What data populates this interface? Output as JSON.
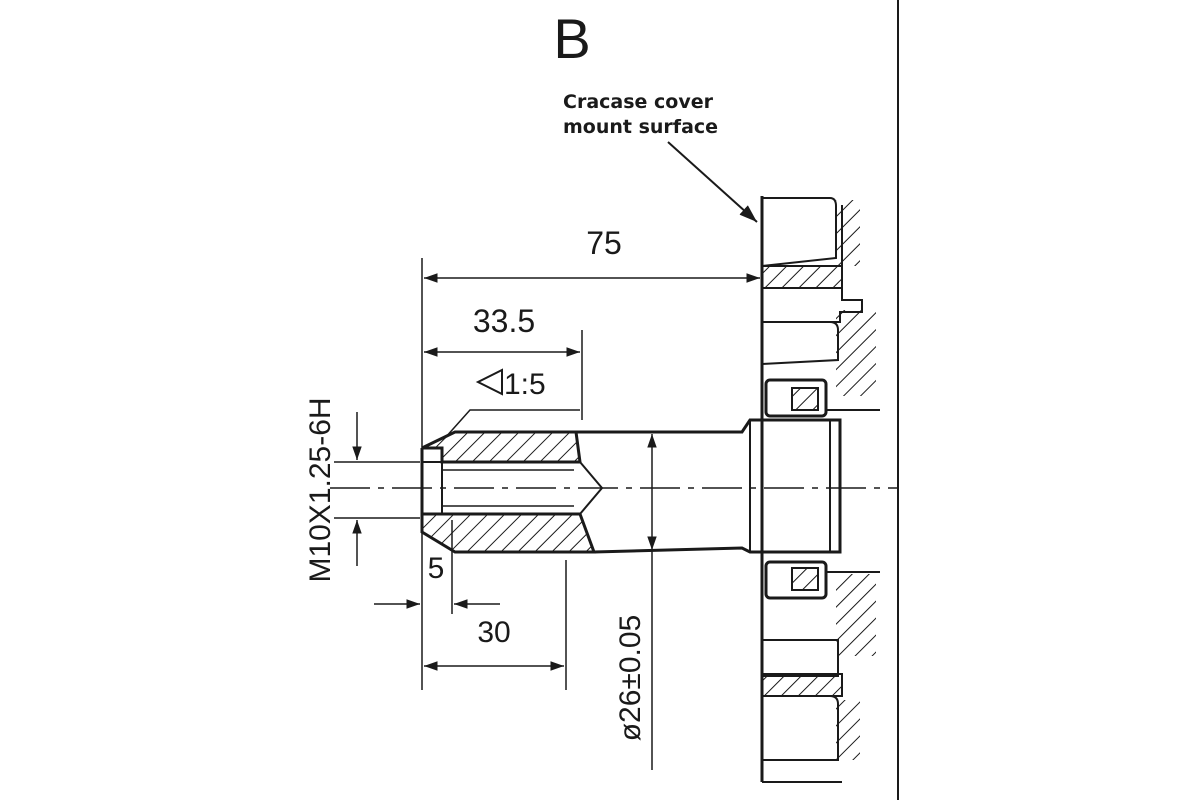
{
  "view_label": "B",
  "note": {
    "line1": "Cracase cover",
    "line2": "mount surface"
  },
  "dimensions": {
    "overall_length": "75",
    "taper_length": "33.5",
    "taper_ratio": "1:5",
    "thread": "M10X1.25-6H",
    "chamfer": "5",
    "thread_depth": "30",
    "shaft_diameter": "ø26±0.05"
  }
}
